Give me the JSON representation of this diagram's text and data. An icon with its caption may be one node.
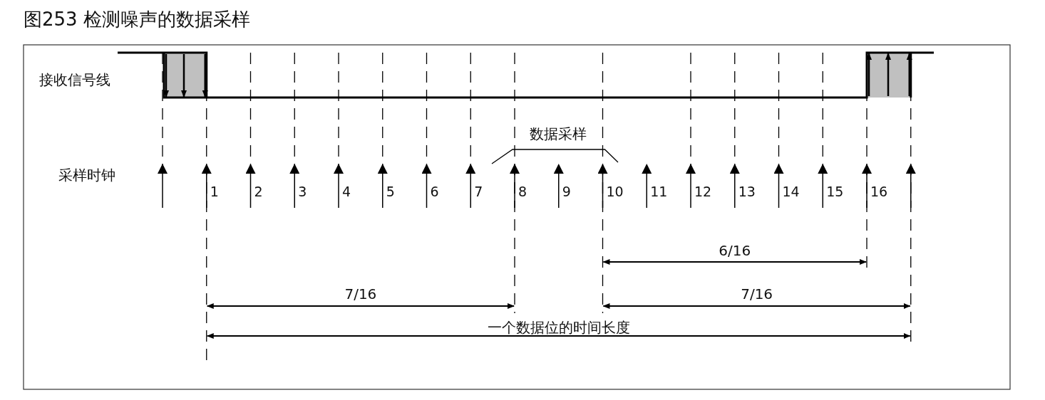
{
  "diagram": {
    "title": "图253 检测噪声的数据采样",
    "labels": [
      "接收信号线",
      "数据采样",
      "采样时钟",
      "1",
      "2",
      "3",
      "4",
      "5",
      "6",
      "7",
      "8",
      "9",
      "10",
      "11",
      "12",
      "13",
      "14",
      "15",
      "16",
      "6/16",
      "7/16",
      "7/16",
      "一个数据位的时间长度"
    ]
  }
}
